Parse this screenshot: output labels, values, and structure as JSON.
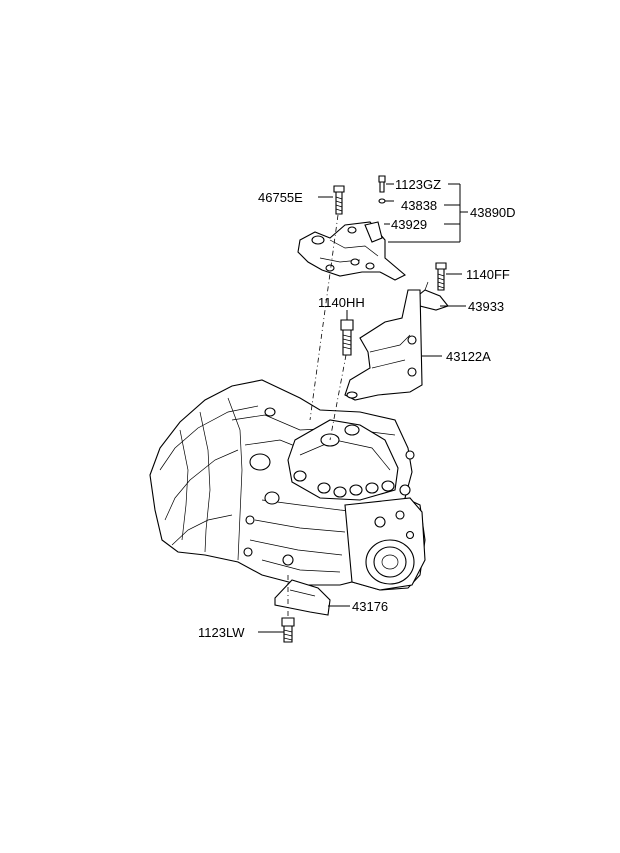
{
  "labels": {
    "p46755E": "46755E",
    "p1123GZ": "1123GZ",
    "p43838": "43838",
    "p43929": "43929",
    "p43890D": "43890D",
    "p1140FF": "1140FF",
    "p1140HH": "1140HH",
    "p43933": "43933",
    "p43122A": "43122A",
    "p43176": "43176",
    "p1123LW": "1123LW"
  },
  "icons": [
    "bolt-icon",
    "washer-icon",
    "bracket-icon",
    "transaxle-assembly"
  ]
}
